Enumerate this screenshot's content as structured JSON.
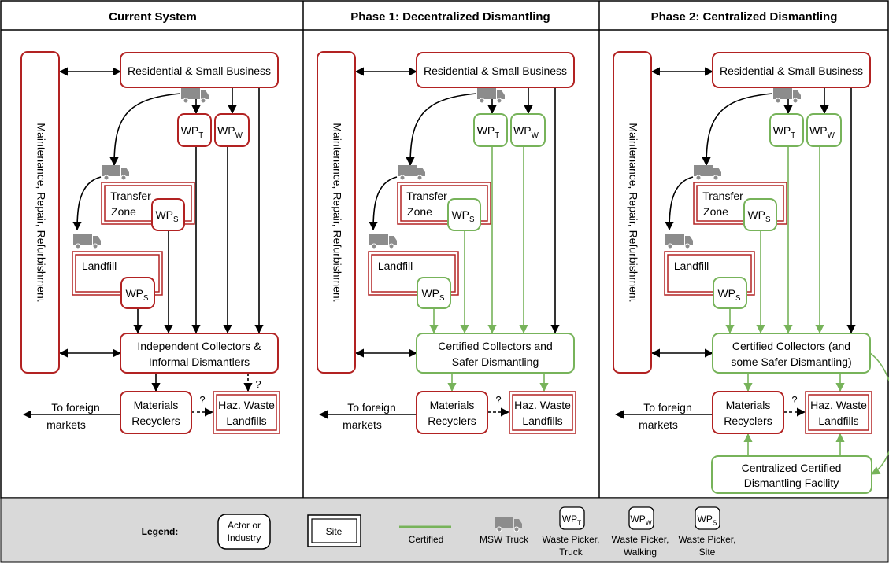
{
  "panels": [
    {
      "header": "Current System",
      "mrr": "Maintenance, Repair, Refurbishment",
      "residential": "Residential & Small Business",
      "wp_truck": {
        "base": "WP",
        "sub": "T"
      },
      "wp_walking": {
        "base": "WP",
        "sub": "W"
      },
      "transfer": [
        "Transfer",
        "Zone"
      ],
      "wp_site": {
        "base": "WP",
        "sub": "S"
      },
      "landfill": "Landfill",
      "collectors": [
        "Independent Collectors &",
        "Informal Dismantlers"
      ],
      "recyclers": [
        "Materials",
        "Recyclers"
      ],
      "haz": [
        "Haz. Waste",
        "Landfills"
      ],
      "foreign": [
        "To foreign",
        "markets"
      ],
      "question": "?"
    },
    {
      "header": "Phase 1: Decentralized Dismantling",
      "mrr": "Maintenance, Repair, Refurbishment",
      "residential": "Residential & Small Business",
      "wp_truck": {
        "base": "WP",
        "sub": "T"
      },
      "wp_walking": {
        "base": "WP",
        "sub": "W"
      },
      "transfer": [
        "Transfer",
        "Zone"
      ],
      "wp_site": {
        "base": "WP",
        "sub": "S"
      },
      "landfill": "Landfill",
      "collectors": [
        "Certified Collectors and",
        "Safer Dismantling"
      ],
      "recyclers": [
        "Materials",
        "Recyclers"
      ],
      "haz": [
        "Haz. Waste",
        "Landfills"
      ],
      "foreign": [
        "To foreign",
        "markets"
      ],
      "question": "?"
    },
    {
      "header": "Phase 2: Centralized Dismantling",
      "mrr": "Maintenance, Repair, Refurbishment",
      "residential": "Residential & Small Business",
      "wp_truck": {
        "base": "WP",
        "sub": "T"
      },
      "wp_walking": {
        "base": "WP",
        "sub": "W"
      },
      "transfer": [
        "Transfer",
        "Zone"
      ],
      "wp_site": {
        "base": "WP",
        "sub": "S"
      },
      "landfill": "Landfill",
      "collectors": [
        "Certified Collectors (and",
        "some Safer Dismantling)"
      ],
      "recyclers": [
        "Materials",
        "Recyclers"
      ],
      "haz": [
        "Haz. Waste",
        "Landfills"
      ],
      "foreign": [
        "To foreign",
        "markets"
      ],
      "question": "?",
      "centralized": [
        "Centralized Certified",
        "Dismantling Facility"
      ]
    }
  ],
  "legend": {
    "title": "Legend:",
    "actor": [
      "Actor or",
      "Industry"
    ],
    "site": "Site",
    "certified": "Certified",
    "truck": "MSW Truck",
    "wp_truck": {
      "base": "WP",
      "sub": "T",
      "caption": [
        "Waste Picker,",
        "Truck"
      ]
    },
    "wp_walking": {
      "base": "WP",
      "sub": "W",
      "caption": [
        "Waste Picker,",
        "Walking"
      ]
    },
    "wp_site": {
      "base": "WP",
      "sub": "S",
      "caption": [
        "Waste Picker,",
        "Site"
      ]
    }
  },
  "colors": {
    "red": "#b22222",
    "green": "#77b35a",
    "black": "#000000",
    "truck": "#8c8c8c",
    "legend_bg": "#d9d9d9"
  }
}
